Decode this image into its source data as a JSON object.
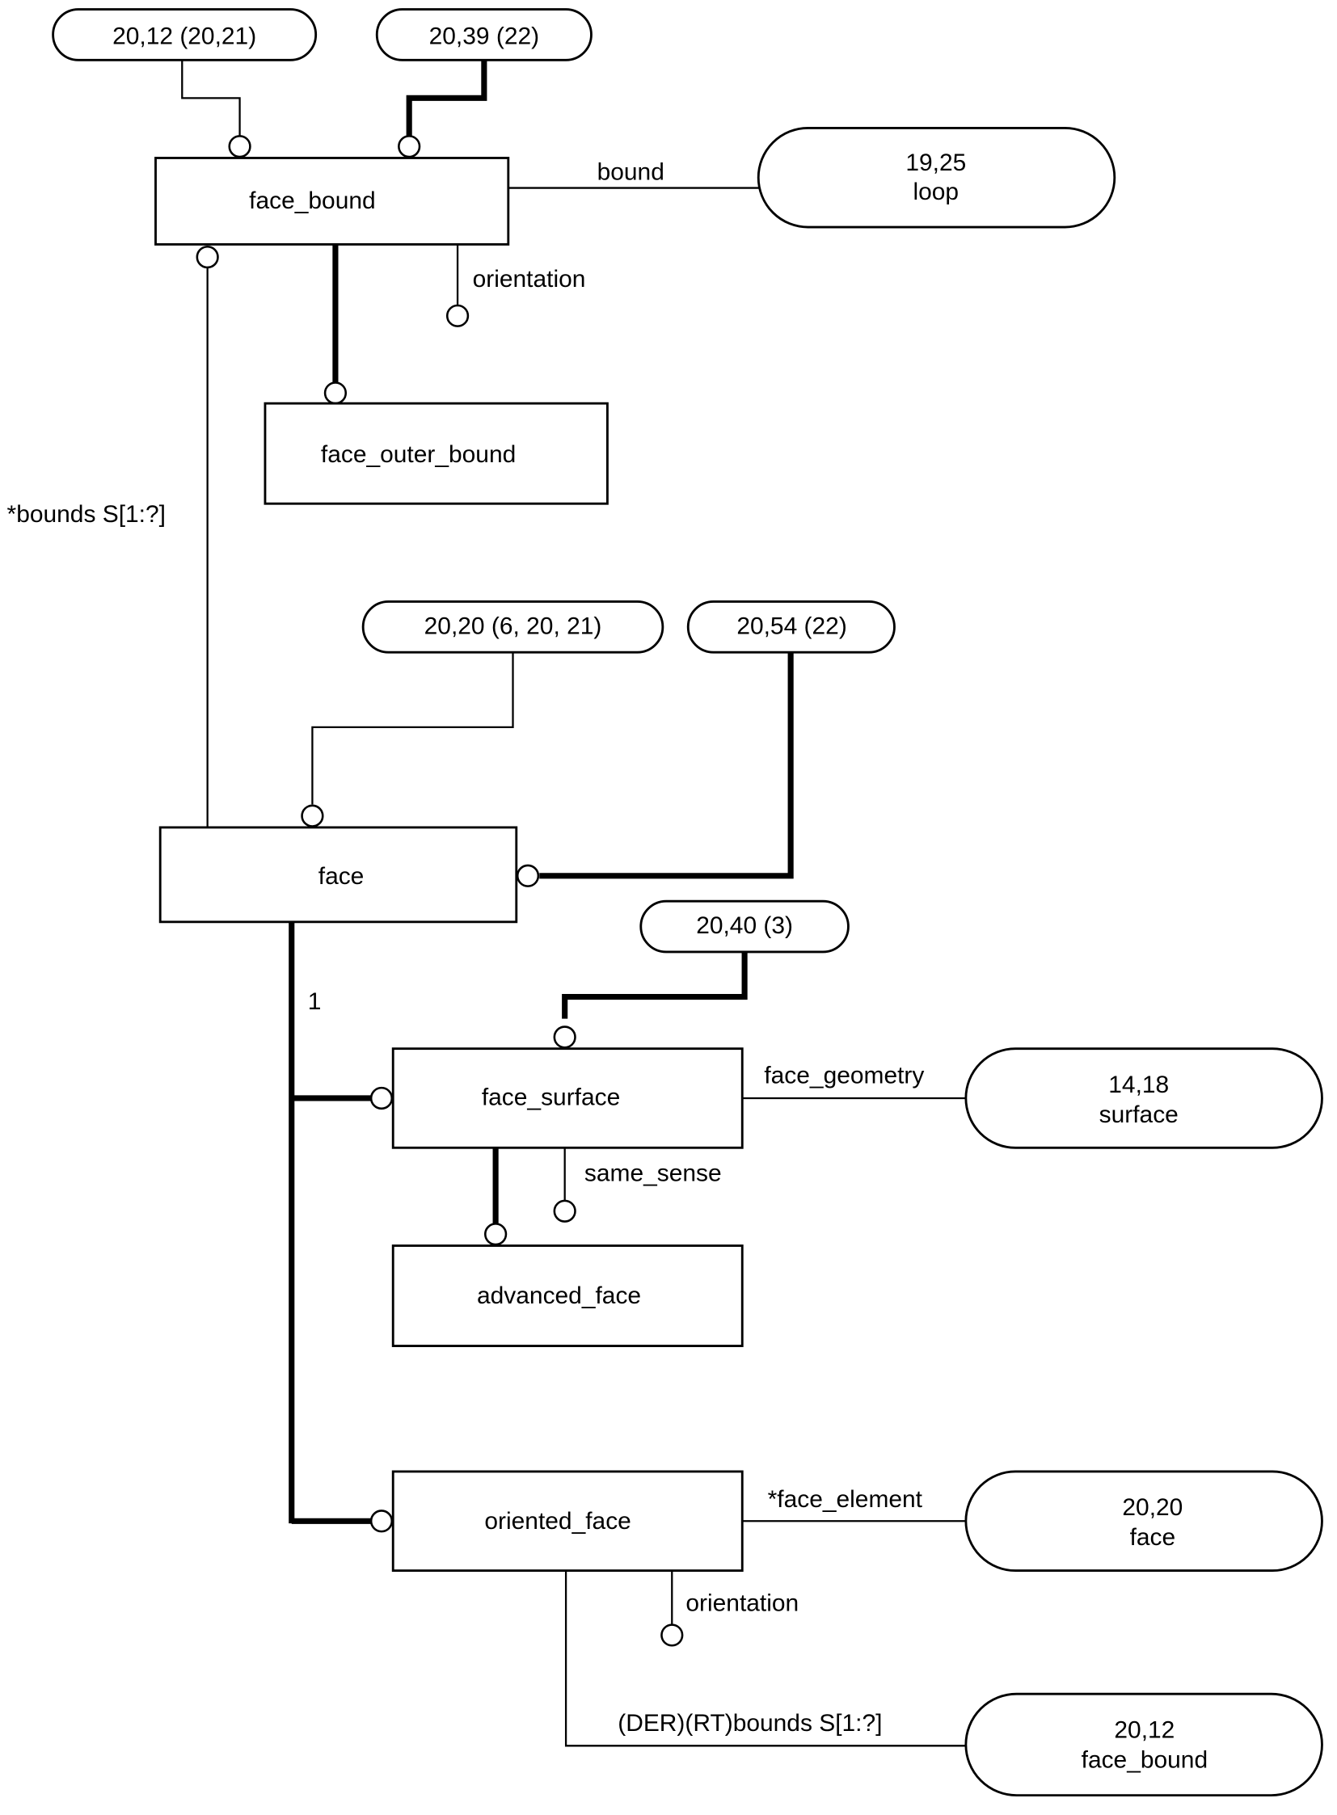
{
  "entities": {
    "face_bound": "face_bound",
    "face_outer_bound": "face_outer_bound",
    "face": "face",
    "face_surface": "face_surface",
    "advanced_face": "advanced_face",
    "oriented_face": "oriented_face"
  },
  "page_refs": {
    "ref_20_12_top": "20,12 (20,21)",
    "ref_20_39": "20,39 (22)",
    "ref_20_20_mid": "20,20 (6, 20, 21)",
    "ref_20_54": "20,54 (22)",
    "ref_20_40": "20,40 (3)"
  },
  "external_refs": {
    "loop": {
      "ref": "19,25",
      "name": "loop"
    },
    "surface": {
      "ref": "14,18",
      "name": "surface"
    },
    "face": {
      "ref": "20,20",
      "name": "face"
    },
    "face_bound": {
      "ref": "20,12",
      "name": "face_bound"
    }
  },
  "attributes": {
    "bound": "bound",
    "orientation_fb": "orientation",
    "bounds": "*bounds S[1:?]",
    "cardinality_one": "1",
    "face_geometry": "face_geometry",
    "same_sense": "same_sense",
    "face_element": "*face_element",
    "orientation_of": "orientation",
    "der_bounds": "(DER)(RT)bounds S[1:?]"
  }
}
